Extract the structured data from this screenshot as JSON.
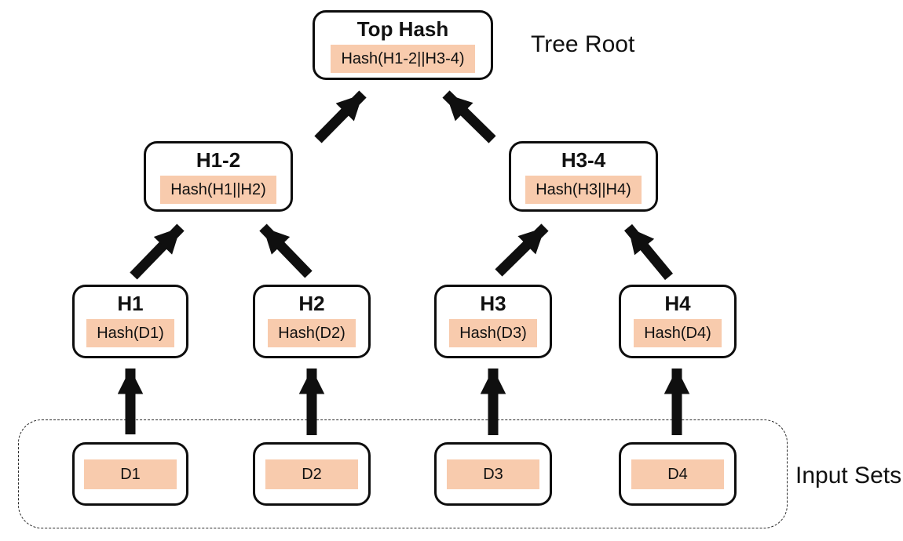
{
  "diagram": {
    "type": "merkle-tree",
    "colors": {
      "label_bg": "#F8CBAD",
      "box_border": "#0D0D0D",
      "arrow": "#0F0F0F",
      "background": "#FFFFFF"
    },
    "annotations": {
      "tree_root": "Tree Root",
      "input_sets": "Input Sets"
    },
    "nodes": {
      "top": {
        "title": "Top Hash",
        "label": "Hash(H1-2||H3-4)"
      },
      "h12": {
        "title": "H1-2",
        "label": "Hash(H1||H2)"
      },
      "h34": {
        "title": "H3-4",
        "label": "Hash(H3||H4)"
      },
      "h1": {
        "title": "H1",
        "label": "Hash(D1)"
      },
      "h2": {
        "title": "H2",
        "label": "Hash(D2)"
      },
      "h3": {
        "title": "H3",
        "label": "Hash(D3)"
      },
      "h4": {
        "title": "H4",
        "label": "Hash(D4)"
      },
      "d1": {
        "label": "D1"
      },
      "d2": {
        "label": "D2"
      },
      "d3": {
        "label": "D3"
      },
      "d4": {
        "label": "D4"
      }
    },
    "edges": [
      {
        "from": "H1-2",
        "to": "Top Hash"
      },
      {
        "from": "H3-4",
        "to": "Top Hash"
      },
      {
        "from": "H1",
        "to": "H1-2"
      },
      {
        "from": "H2",
        "to": "H1-2"
      },
      {
        "from": "H3",
        "to": "H3-4"
      },
      {
        "from": "H4",
        "to": "H3-4"
      },
      {
        "from": "D1",
        "to": "H1"
      },
      {
        "from": "D2",
        "to": "H2"
      },
      {
        "from": "D3",
        "to": "H3"
      },
      {
        "from": "D4",
        "to": "H4"
      }
    ]
  }
}
